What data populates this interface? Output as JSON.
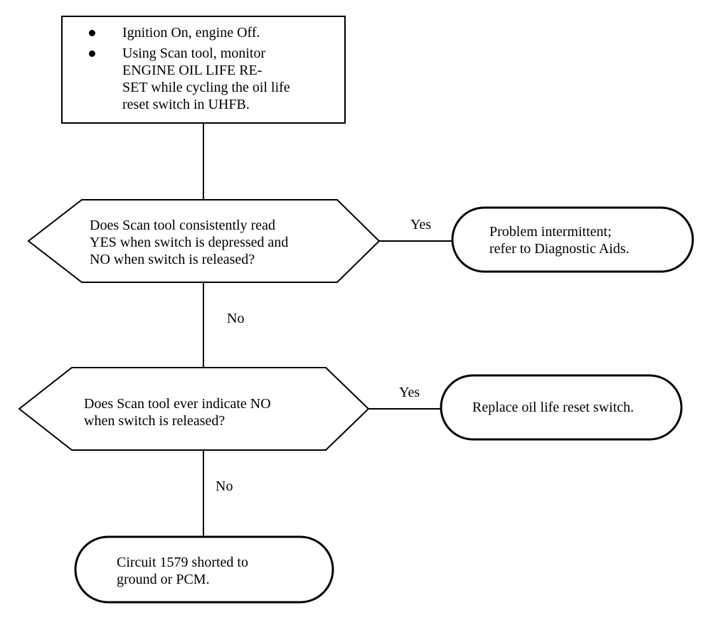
{
  "start_box": {
    "bullets": [
      "Ignition On, engine Off.",
      "Using Scan tool, monitor"
    ],
    "bullet2_lines": [
      "ENGINE OIL LIFE RE-",
      "SET while cycling the oil life",
      "reset switch in UHFB."
    ]
  },
  "decision1": {
    "lines": [
      "Does Scan tool consistently read",
      "YES when switch is depressed and",
      "NO when switch is released?"
    ],
    "yes_label": "Yes",
    "no_label": "No"
  },
  "outcome1": {
    "lines": [
      "Problem intermittent;",
      "refer to Diagnostic Aids."
    ]
  },
  "decision2": {
    "lines": [
      "Does Scan tool ever indicate NO",
      "when switch is released?"
    ],
    "yes_label": "Yes",
    "no_label": "No"
  },
  "outcome2": {
    "lines": [
      "Replace oil life reset switch."
    ]
  },
  "outcome3": {
    "lines": [
      "Circuit 1579 shorted to",
      "ground or PCM."
    ]
  }
}
